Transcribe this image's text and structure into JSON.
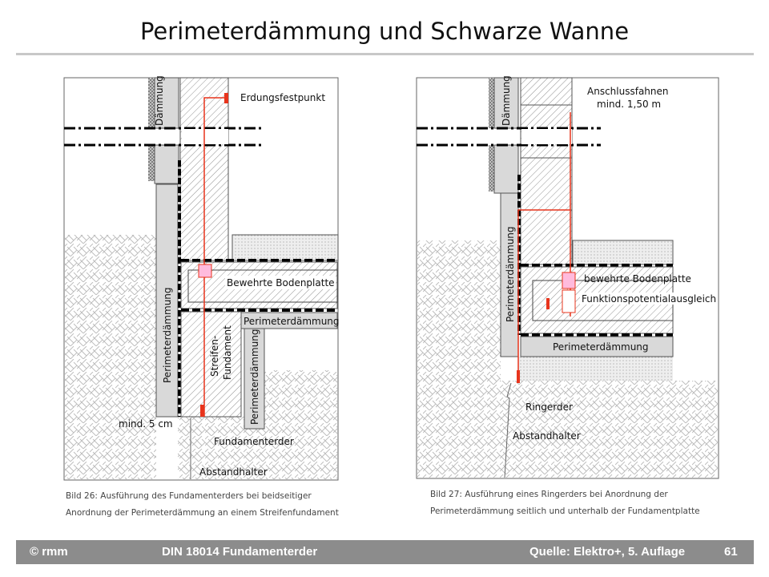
{
  "slide": {
    "title": "Perimeterdämmung und Schwarze Wanne"
  },
  "figure_left": {
    "labels": {
      "daemmung": "Dämmung",
      "erdungsfestpunkt": "Erdungsfestpunkt",
      "bodenplatte": "Bewehrte Bodenplatte",
      "perimeter_vertical": "Perimeterdämmung",
      "perimeter_horizontal": "Perimeterdämmung",
      "perimeter_inner": "Perimeterdämmung",
      "streifen_1": "Streifen-",
      "streifen_2": "Fundament",
      "mind": "mind. 5 cm",
      "fundamenterder": "Fundamenterder",
      "abstandhalter": "Abstandhalter"
    },
    "caption_1": "Bild 26: Ausführung des Fundamenterders bei beidseitiger",
    "caption_2": "Anordnung der Perimeterdämmung an einem Streifenfundament"
  },
  "figure_right": {
    "labels": {
      "daemmung": "Dämmung",
      "anschluss_1": "Anschlussfahnen",
      "anschluss_2": "mind. 1,50 m",
      "bodenplatte": "bewehrte Bodenplatte",
      "potential": "Funktionspotentialausgleich",
      "perimeter_vertical": "Perimeterdämmung",
      "perimeter_horizontal": "Perimeterdämmung",
      "ringerder": "Ringerder",
      "abstandhalter": "Abstandhalter"
    },
    "caption_1": "Bild 27: Ausführung eines Ringerders bei Anordnung der",
    "caption_2": "Perimeterdämmung seitlich und unterhalb der Fundamentplatte"
  },
  "footer": {
    "copyright": "© rmm",
    "topic": "DIN 18014 Fundamenterder",
    "source": "Quelle: Elektro+, 5. Auflage",
    "page": "61"
  },
  "colors": {
    "earth_conductor": "#e8341c",
    "insulation": "#d9d9d9",
    "footer_bg": "#8c8c8c"
  }
}
